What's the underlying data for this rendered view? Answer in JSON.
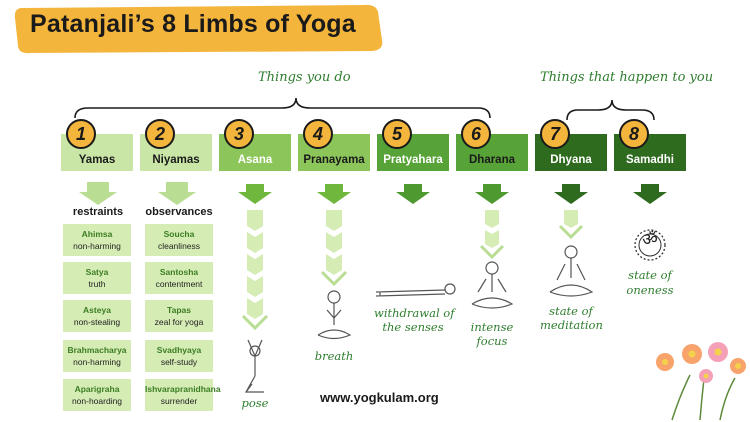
{
  "title": "Patanjali’s 8 Limbs of Yoga",
  "notes": {
    "things_you_do": "Things you do",
    "things_that_happen": "Things that happen to you"
  },
  "limbs": [
    {
      "number": "1",
      "name": "Yamas",
      "box_color": "#c9e6a7",
      "arrow_color": "#b9dd92",
      "text_color": "#1a1a1a"
    },
    {
      "number": "2",
      "name": "Niyamas",
      "box_color": "#c9e6a7",
      "arrow_color": "#b9dd92",
      "text_color": "#1a1a1a"
    },
    {
      "number": "3",
      "name": "Asana",
      "box_color": "#8cc65a",
      "arrow_color": "#6fb83d",
      "text_color": "#ffffff"
    },
    {
      "number": "4",
      "name": "Pranayama",
      "box_color": "#8cc65a",
      "arrow_color": "#6fb83d",
      "text_color": "#1a1a1a"
    },
    {
      "number": "5",
      "name": "Pratyahara",
      "box_color": "#57a337",
      "arrow_color": "#4e9a31",
      "text_color": "#ffffff"
    },
    {
      "number": "6",
      "name": "Dharana",
      "box_color": "#57a337",
      "arrow_color": "#4e9a31",
      "text_color": "#1a1a1a"
    },
    {
      "number": "7",
      "name": "Dhyana",
      "box_color": "#2f6b1f",
      "arrow_color": "#2f6b1f",
      "text_color": "#ffffff"
    },
    {
      "number": "8",
      "name": "Samadhi",
      "box_color": "#2f6b1f",
      "arrow_color": "#2f6b1f",
      "text_color": "#ffffff"
    }
  ],
  "yamas": {
    "heading": "restraints",
    "items": [
      {
        "term": "Ahimsa",
        "meaning": "non-harming"
      },
      {
        "term": "Satya",
        "meaning": "truth"
      },
      {
        "term": "Asteya",
        "meaning": "non-stealing"
      },
      {
        "term": "Brahmacharya",
        "meaning": "non-harming"
      },
      {
        "term": "Aparigraha",
        "meaning": "non-hoarding"
      }
    ]
  },
  "niyamas": {
    "heading": "observances",
    "items": [
      {
        "term": "Soucha",
        "meaning": "cleanliness"
      },
      {
        "term": "Santosha",
        "meaning": "contentment"
      },
      {
        "term": "Tapas",
        "meaning": "zeal for yoga"
      },
      {
        "term": "Svadhyaya",
        "meaning": "self-study"
      },
      {
        "term": "Ishvarapranidhana",
        "meaning": "surrender"
      }
    ]
  },
  "outcomes": {
    "asana": "pose",
    "pranayama": "breath",
    "pratyahara_1": "withdrawal of",
    "pratyahara_2": "the senses",
    "dharana_1": "intense",
    "dharana_2": "focus",
    "dhyana_1": "state of",
    "dhyana_2": "meditation",
    "samadhi_1": "state of",
    "samadhi_2": "oneness"
  },
  "om_symbol": "ॐ",
  "website": "www.yogkulam.org",
  "colors": {
    "banner": "#f4b53c",
    "accent_text": "#2f7d2f",
    "cell_fill": "#d6ecb5",
    "cell_term": "#3a7d22"
  }
}
